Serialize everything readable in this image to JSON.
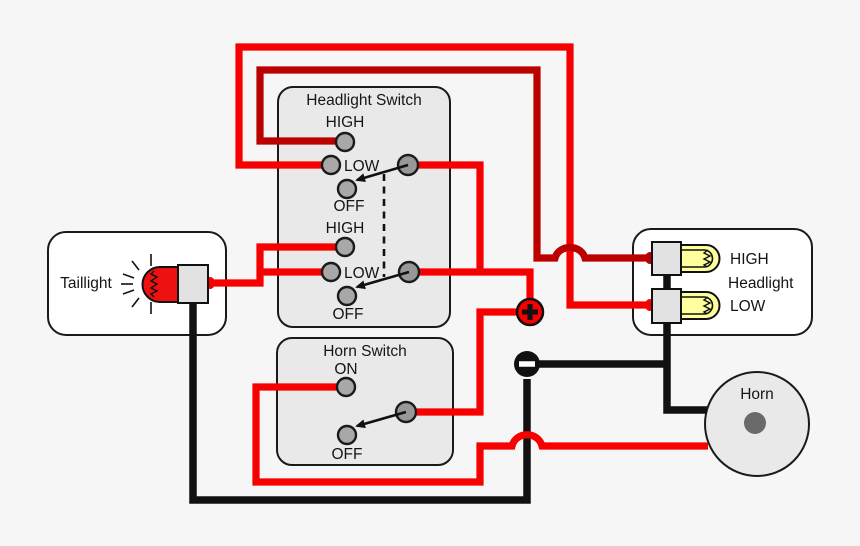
{
  "colors": {
    "background": "#f6f6f6",
    "wire_hot": "#f70000",
    "wire_hot_dark": "#bb0000",
    "wire_ground": "#111111",
    "box_fill": "#e9e9e9",
    "component_fill": "#ffffff",
    "terminal_fill": "#a8a8a8",
    "taillight_bulb": "#ee1111",
    "headlight_bulb": "#ffff9d",
    "battery_plus": "#f70000",
    "battery_minus": "#111111",
    "horn_dot": "#6a6a6a"
  },
  "headlight_switch": {
    "title": "Headlight Switch",
    "upper": {
      "high": "HIGH",
      "low": "LOW",
      "off": "OFF"
    },
    "lower": {
      "high": "HIGH",
      "low": "LOW",
      "off": "OFF"
    }
  },
  "horn_switch": {
    "title": "Horn Switch",
    "on": "ON",
    "off": "OFF"
  },
  "taillight": {
    "label": "Taillight"
  },
  "headlight": {
    "high": "HIGH",
    "label": "Headlight",
    "low": "LOW"
  },
  "horn": {
    "label": "Horn"
  },
  "battery": {
    "positive": "+",
    "negative": "−"
  }
}
